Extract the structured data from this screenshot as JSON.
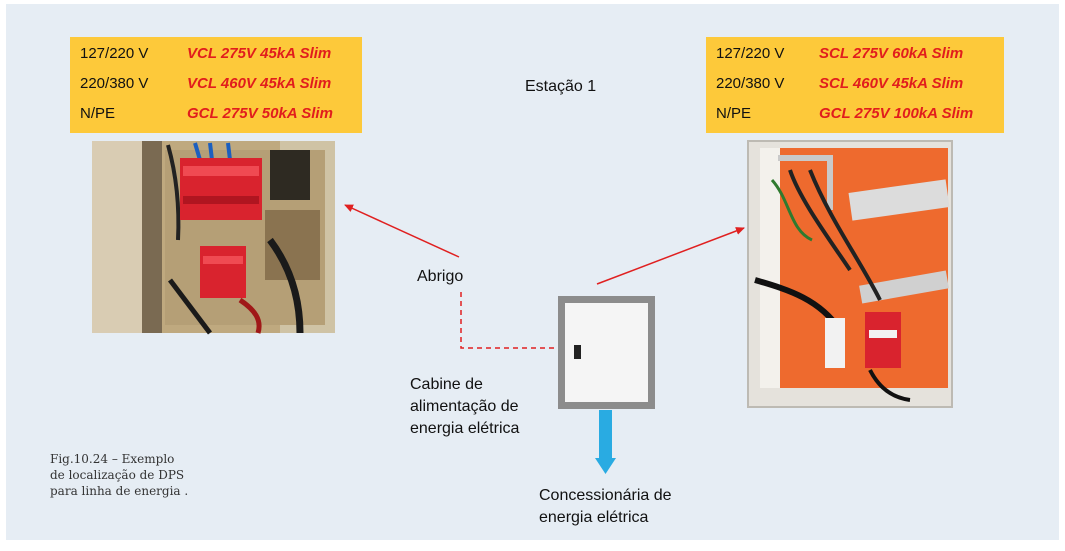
{
  "station_title": "Estação 1",
  "left_spec": [
    {
      "voltage": "127/220 V",
      "model": "VCL 275V 45kA Slim"
    },
    {
      "voltage": "220/380 V",
      "model": "VCL 460V 45kA Slim"
    },
    {
      "voltage": "N/PE",
      "model": "GCL 275V 50kA Slim"
    }
  ],
  "right_spec": [
    {
      "voltage": "127/220 V",
      "model": "SCL 275V 60kA Slim"
    },
    {
      "voltage": "220/380 V",
      "model": "SCL 460V 45kA Slim"
    },
    {
      "voltage": "N/PE",
      "model": "GCL 275V 100kA Slim"
    }
  ],
  "labels": {
    "abrigo": "Abrigo",
    "cabinet": [
      "Cabine de",
      "alimentação de",
      "energia elétrica"
    ],
    "utility": [
      "Concessionária de",
      "energia elétrica"
    ]
  },
  "caption": [
    "Fig.10.24 – Exemplo",
    "de localização de DPS",
    "para linha de energia ."
  ],
  "colors": {
    "spec_bg": "#fdc93a",
    "model_text": "#e11d1d",
    "arrow": "#e02020",
    "utility_arrow": "#29abe2",
    "cabinet": "#8c8c8c"
  }
}
